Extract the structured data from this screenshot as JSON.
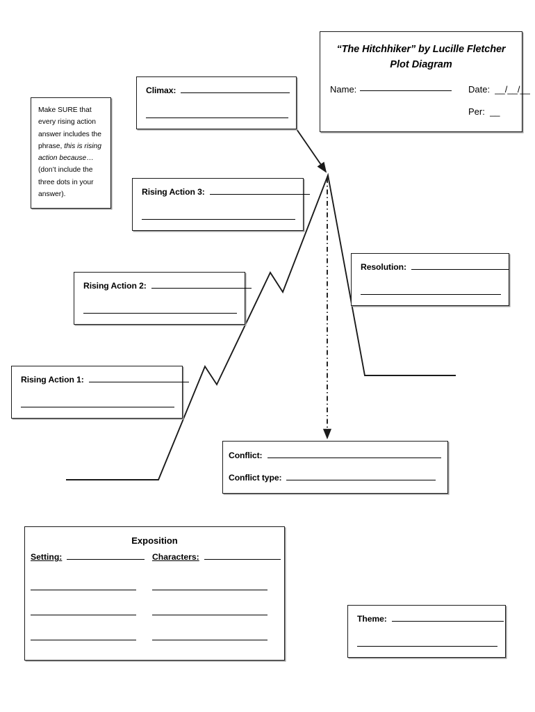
{
  "header": {
    "title": "“The Hitchhiker” by Lucille Fletcher",
    "subtitle": "Plot Diagram",
    "name_label": "Name:",
    "date_label": "Date:  __/__/__",
    "per_label": "Per:  __"
  },
  "note": {
    "part1": "Make SURE that every rising action answer includes the phrase, ",
    "emphasis": "this is rising action because",
    "part2": "…(don’t include the three dots in your answer)."
  },
  "boxes": {
    "climax": "Climax:",
    "rising_action_3": "Rising Action 3:",
    "rising_action_2": "Rising Action 2:",
    "rising_action_1": "Rising Action 1:",
    "resolution": "Resolution:",
    "theme": "Theme:",
    "conflict": "Conflict:",
    "conflict_type": "Conflict type:"
  },
  "exposition": {
    "title": "Exposition",
    "setting_label": "Setting:",
    "characters_label": "Characters:"
  },
  "colors": {
    "ink": "#1a1a1a",
    "shadow": "#9a9a9a",
    "page": "#ffffff"
  }
}
